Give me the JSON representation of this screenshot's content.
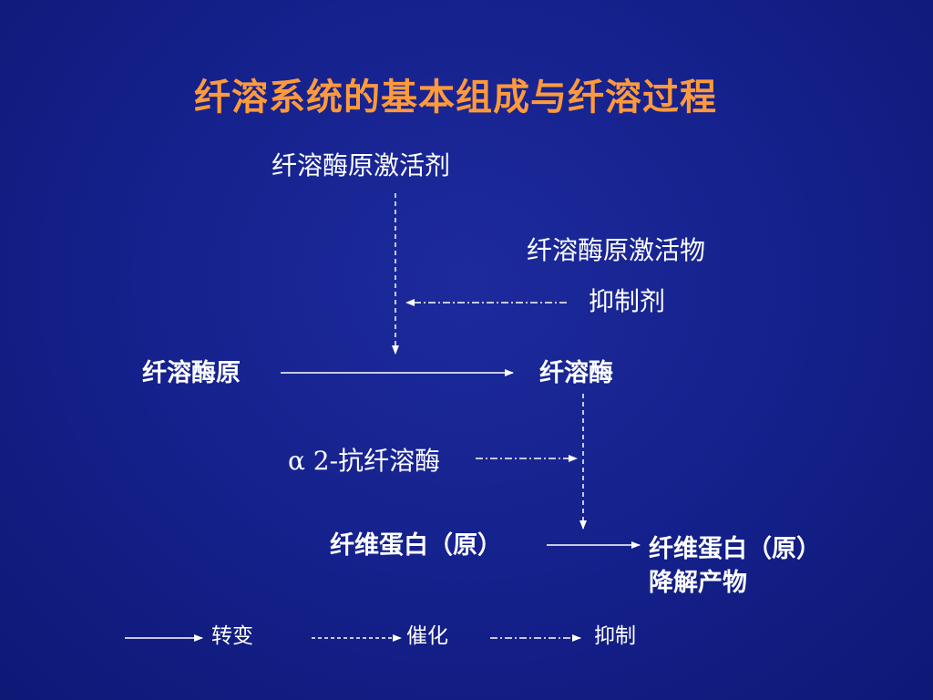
{
  "title": "纤溶系统的基本组成与纤溶过程",
  "nodes": {
    "activator": "纤溶酶原激活剂",
    "activator_product": "纤溶酶原激活物",
    "inhibitor": "抑制剂",
    "plasminogen": "纤溶酶原",
    "plasmin": "纤溶酶",
    "antiplasmin": "α 2-抗纤溶酶",
    "fibrinogen": "纤维蛋白（原）",
    "degradation_line1": "纤维蛋白（原）",
    "degradation_line2": "降解产物"
  },
  "legend": {
    "transform": "转变",
    "catalyze": "催化",
    "inhibit": "抑制"
  },
  "colors": {
    "background": "#14208a",
    "title": "#ff9a3c",
    "text": "#ffffff"
  }
}
